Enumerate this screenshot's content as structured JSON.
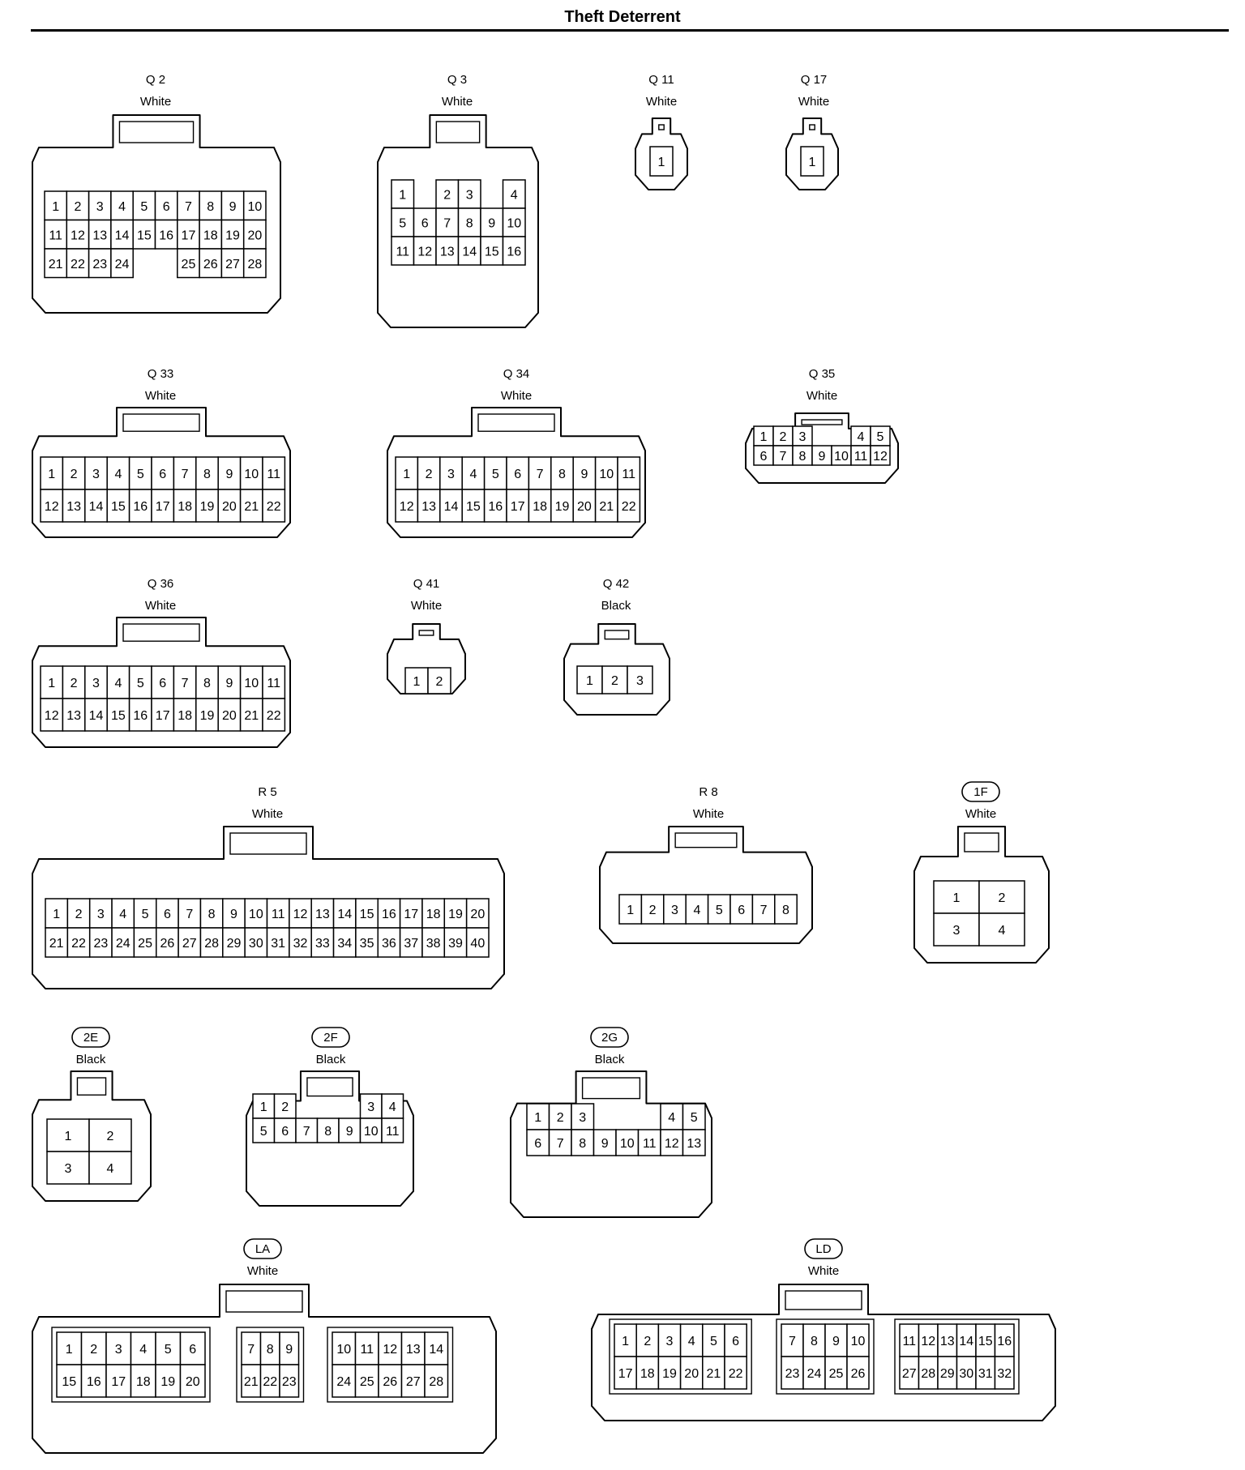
{
  "title": "Theft Deterrent",
  "connectors": [
    {
      "id": "Q 2",
      "color": "White",
      "circled": false,
      "grid": [
        [
          "1",
          "2",
          "3",
          "4",
          "5",
          "6",
          "7",
          "8",
          "9",
          "10"
        ],
        [
          "11",
          "12",
          "13",
          "14",
          "15",
          "16",
          "17",
          "18",
          "19",
          "20"
        ],
        [
          "21",
          "22",
          "23",
          "24",
          "",
          "",
          "25",
          "26",
          "27",
          "28"
        ]
      ]
    },
    {
      "id": "Q 3",
      "color": "White",
      "circled": false,
      "grid": [
        [
          "1",
          "",
          "2",
          "3",
          "",
          "4"
        ],
        [
          "5",
          "6",
          "7",
          "8",
          "9",
          "10"
        ],
        [
          "11",
          "12",
          "13",
          "14",
          "15",
          "16"
        ]
      ]
    },
    {
      "id": "Q 11",
      "color": "White",
      "circled": false,
      "grid": [
        [
          "1"
        ]
      ]
    },
    {
      "id": "Q 17",
      "color": "White",
      "circled": false,
      "grid": [
        [
          "1"
        ]
      ]
    },
    {
      "id": "Q 33",
      "color": "White",
      "circled": false,
      "grid": [
        [
          "1",
          "2",
          "3",
          "4",
          "5",
          "6",
          "7",
          "8",
          "9",
          "10",
          "11"
        ],
        [
          "12",
          "13",
          "14",
          "15",
          "16",
          "17",
          "18",
          "19",
          "20",
          "21",
          "22"
        ]
      ]
    },
    {
      "id": "Q 34",
      "color": "White",
      "circled": false,
      "grid": [
        [
          "1",
          "2",
          "3",
          "4",
          "5",
          "6",
          "7",
          "8",
          "9",
          "10",
          "11"
        ],
        [
          "12",
          "13",
          "14",
          "15",
          "16",
          "17",
          "18",
          "19",
          "20",
          "21",
          "22"
        ]
      ]
    },
    {
      "id": "Q 35",
      "color": "White",
      "circled": false,
      "grid": [
        [
          "1",
          "2",
          "3",
          "",
          "",
          "4",
          "5"
        ],
        [
          "6",
          "7",
          "8",
          "9",
          "10",
          "11",
          "12"
        ]
      ]
    },
    {
      "id": "Q 36",
      "color": "White",
      "circled": false,
      "grid": [
        [
          "1",
          "2",
          "3",
          "4",
          "5",
          "6",
          "7",
          "8",
          "9",
          "10",
          "11"
        ],
        [
          "12",
          "13",
          "14",
          "15",
          "16",
          "17",
          "18",
          "19",
          "20",
          "21",
          "22"
        ]
      ]
    },
    {
      "id": "Q 41",
      "color": "White",
      "circled": false,
      "grid": [
        [
          "1",
          "2"
        ]
      ]
    },
    {
      "id": "Q 42",
      "color": "Black",
      "circled": false,
      "grid": [
        [
          "1",
          "2",
          "3"
        ]
      ]
    },
    {
      "id": "R 5",
      "color": "White",
      "circled": false,
      "grid": [
        [
          "1",
          "2",
          "3",
          "4",
          "5",
          "6",
          "7",
          "8",
          "9",
          "10",
          "11",
          "12",
          "13",
          "14",
          "15",
          "16",
          "17",
          "18",
          "19",
          "20"
        ],
        [
          "21",
          "22",
          "23",
          "24",
          "25",
          "26",
          "27",
          "28",
          "29",
          "30",
          "31",
          "32",
          "33",
          "34",
          "35",
          "36",
          "37",
          "38",
          "39",
          "40"
        ]
      ]
    },
    {
      "id": "R 8",
      "color": "White",
      "circled": false,
      "grid": [
        [
          "1",
          "2",
          "3",
          "4",
          "5",
          "6",
          "7",
          "8"
        ]
      ]
    },
    {
      "id": "1F",
      "color": "White",
      "circled": true,
      "grid": [
        [
          "1",
          "2"
        ],
        [
          "3",
          "4"
        ]
      ]
    },
    {
      "id": "2E",
      "color": "Black",
      "circled": true,
      "grid": [
        [
          "1",
          "2"
        ],
        [
          "3",
          "4"
        ]
      ]
    },
    {
      "id": "2F",
      "color": "Black",
      "circled": true,
      "grid": [
        [
          "1",
          "2",
          "",
          "",
          "",
          "3",
          "4"
        ],
        [
          "5",
          "6",
          "7",
          "8",
          "9",
          "10",
          "11"
        ]
      ]
    },
    {
      "id": "2G",
      "color": "Black",
      "circled": true,
      "grid": [
        [
          "1",
          "2",
          "3",
          "",
          "",
          "",
          "4",
          "5"
        ],
        [
          "6",
          "7",
          "8",
          "9",
          "10",
          "11",
          "12",
          "13"
        ]
      ]
    },
    {
      "id": "LA",
      "color": "White",
      "circled": true,
      "groups": [
        [
          [
            "1",
            "2",
            "3",
            "4",
            "5",
            "6"
          ],
          [
            "15",
            "16",
            "17",
            "18",
            "19",
            "20"
          ]
        ],
        [
          [
            "7",
            "8",
            "9"
          ],
          [
            "21",
            "22",
            "23"
          ]
        ],
        [
          [
            "10",
            "11",
            "12",
            "13",
            "14"
          ],
          [
            "24",
            "25",
            "26",
            "27",
            "28"
          ]
        ]
      ]
    },
    {
      "id": "LD",
      "color": "White",
      "circled": true,
      "groups": [
        [
          [
            "1",
            "2",
            "3",
            "4",
            "5",
            "6"
          ],
          [
            "17",
            "18",
            "19",
            "20",
            "21",
            "22"
          ]
        ],
        [
          [
            "7",
            "8",
            "9",
            "10"
          ],
          [
            "23",
            "24",
            "25",
            "26"
          ]
        ],
        [
          [
            "11",
            "12",
            "13",
            "14",
            "15",
            "16"
          ],
          [
            "27",
            "28",
            "29",
            "30",
            "31",
            "32"
          ]
        ]
      ]
    }
  ]
}
